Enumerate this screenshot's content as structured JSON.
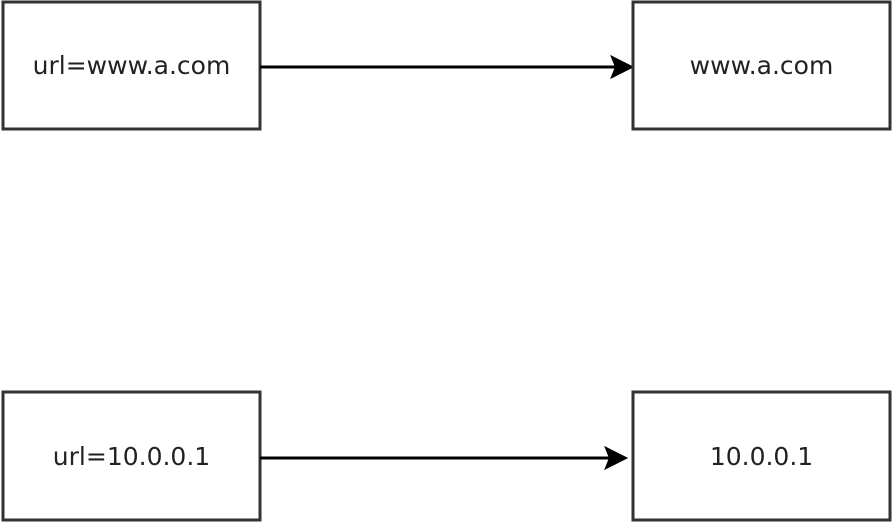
{
  "nodes": {
    "source_url_domain": {
      "label": "url=www.a.com"
    },
    "target_domain": {
      "label": "www.a.com"
    },
    "source_url_ip": {
      "label": "url=10.0.0.1"
    },
    "target_ip": {
      "label": "10.0.0.1"
    }
  },
  "edges": [
    {
      "from": "source_url_domain",
      "to": "target_domain"
    },
    {
      "from": "source_url_ip",
      "to": "target_ip"
    }
  ],
  "colors": {
    "box_border": "#333333",
    "arrow": "#000000",
    "text": "#222222",
    "background": "#ffffff"
  }
}
